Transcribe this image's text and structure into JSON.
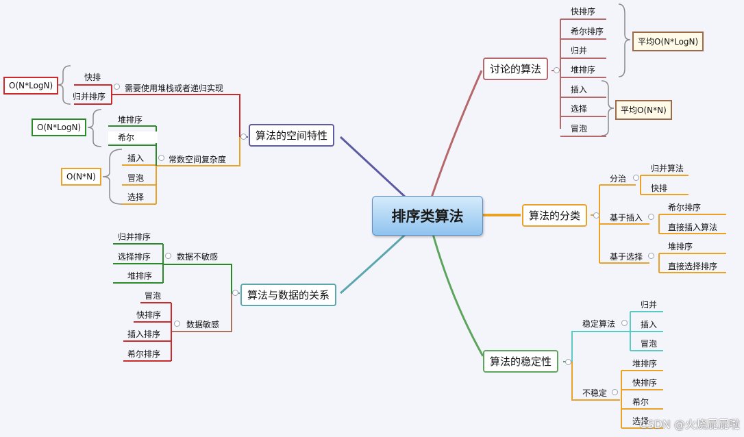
{
  "root": "排序类算法",
  "branches": {
    "discuss": {
      "label": "讨论的算法",
      "items": [
        "快排序",
        "希尔排序",
        "归并",
        "堆排序",
        "插入",
        "选择",
        "冒泡"
      ],
      "note_a": "平均O(N*LogN)",
      "note_b": "平均O(N*N)"
    },
    "classification": {
      "label": "算法的分类",
      "groups": [
        {
          "label": "分治",
          "items": [
            "归并算法",
            "快排"
          ]
        },
        {
          "label": "基于插入",
          "items": [
            "希尔排序",
            "直接插入算法"
          ]
        },
        {
          "label": "基于选择",
          "items": [
            "堆排序",
            "直接选择排序"
          ]
        }
      ]
    },
    "stability": {
      "label": "算法的稳定性",
      "groups": [
        {
          "label": "稳定算法",
          "items": [
            "归并",
            "插入",
            "冒泡"
          ]
        },
        {
          "label": "不稳定",
          "items": [
            "堆排序",
            "快排序",
            "希尔",
            "选择"
          ]
        }
      ]
    },
    "space": {
      "label": "算法的空间特性",
      "groups": [
        {
          "label": "需要使用堆栈或者递归实现",
          "items": [
            "快排",
            "归并排序"
          ]
        },
        {
          "label": "常数空间复杂度",
          "items": [
            "堆排序",
            "希尔",
            "插入",
            "冒泡",
            "选择"
          ]
        }
      ],
      "note_a": "O(N*LogN)",
      "note_b": "O(N*LogN)",
      "note_c": "O(N*N)"
    },
    "data": {
      "label": "算法与数据的关系",
      "groups": [
        {
          "label": "数据不敏感",
          "items": [
            "归并排序",
            "选择排序",
            "堆排序"
          ]
        },
        {
          "label": "数据敏感",
          "items": [
            "冒泡",
            "快排序",
            "插入排序",
            "希尔排序"
          ]
        }
      ]
    }
  },
  "watermark": "CSDN @火烧屁屁啦"
}
